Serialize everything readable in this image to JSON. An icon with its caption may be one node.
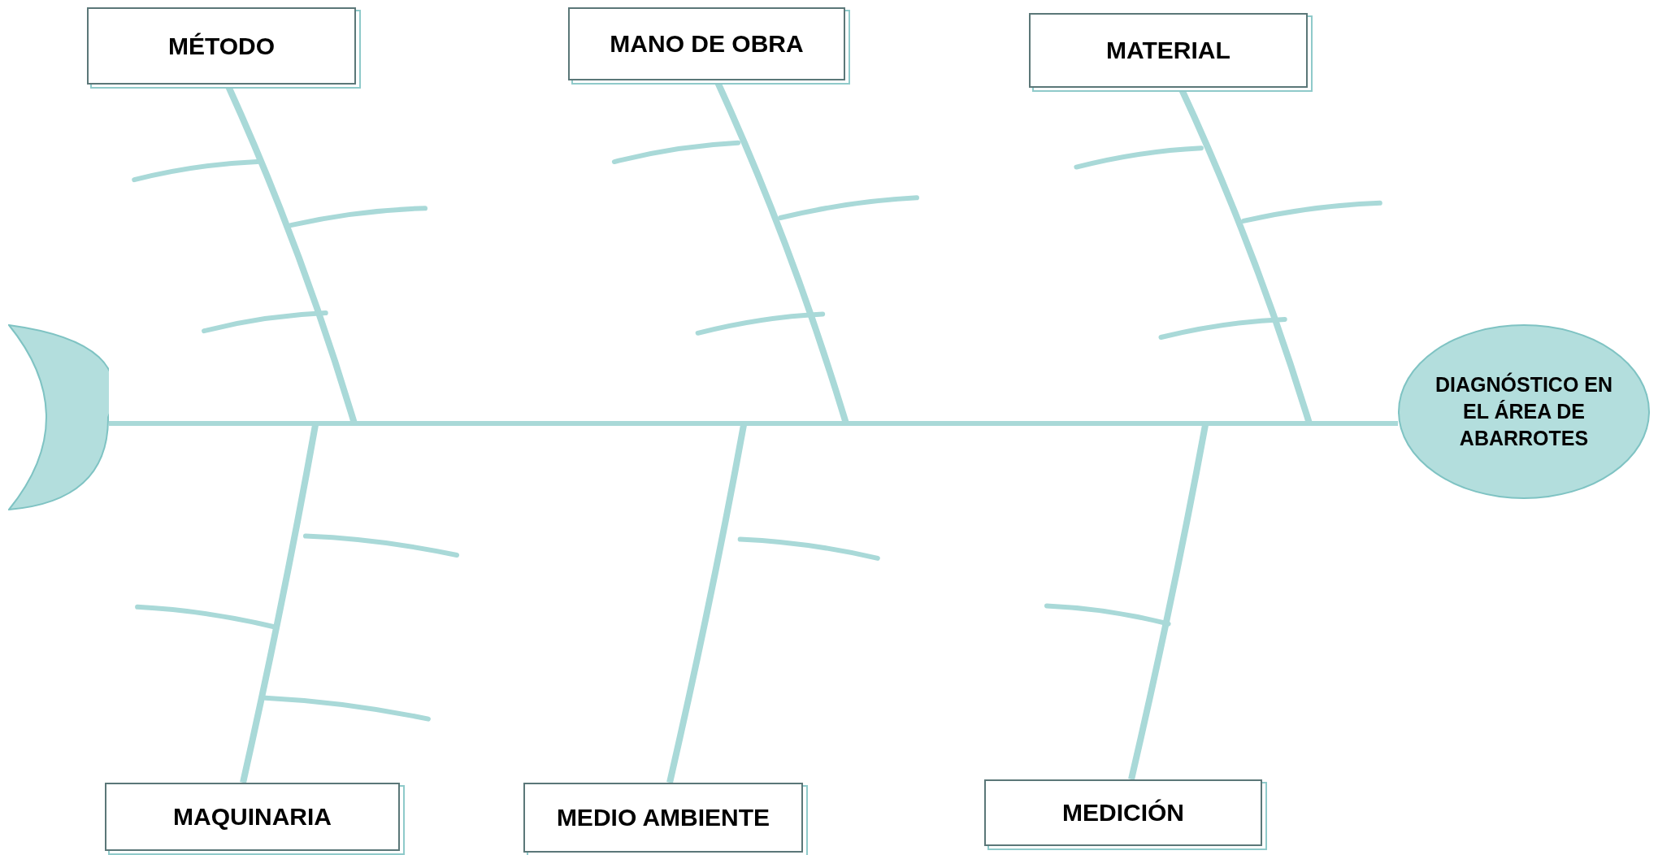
{
  "diagram": {
    "nodes": [
      {
        "text": [
          "MÉTODO"
        ]
      },
      {
        "text": [
          "MANO DE OBRA"
        ]
      },
      {
        "text": [
          "MATERIAL"
        ]
      },
      {
        "text": [],
        "shape": "crescent"
      },
      {
        "text": [
          "DIAGNÓSTICO EN EL ÁREA DE ABARROTES"
        ]
      },
      {
        "text": [
          "MAQUINARIA"
        ]
      },
      {
        "text": [
          "MEDIO AMBIENTE"
        ]
      },
      {
        "text": [
          "MEDICIÓN"
        ]
      }
    ],
    "edges": [
      {
        "from": 3,
        "to": 4,
        "arrow": "none"
      },
      {
        "from": 0,
        "to": null,
        "arrow": "none"
      },
      {
        "from": 1,
        "to": null,
        "arrow": "none"
      },
      {
        "from": 2,
        "to": null,
        "arrow": "none"
      },
      {
        "from": 5,
        "to": null,
        "arrow": "none"
      },
      {
        "from": 6,
        "to": null,
        "arrow": "none"
      },
      {
        "from": 7,
        "to": null,
        "arrow": "none"
      }
    ]
  }
}
